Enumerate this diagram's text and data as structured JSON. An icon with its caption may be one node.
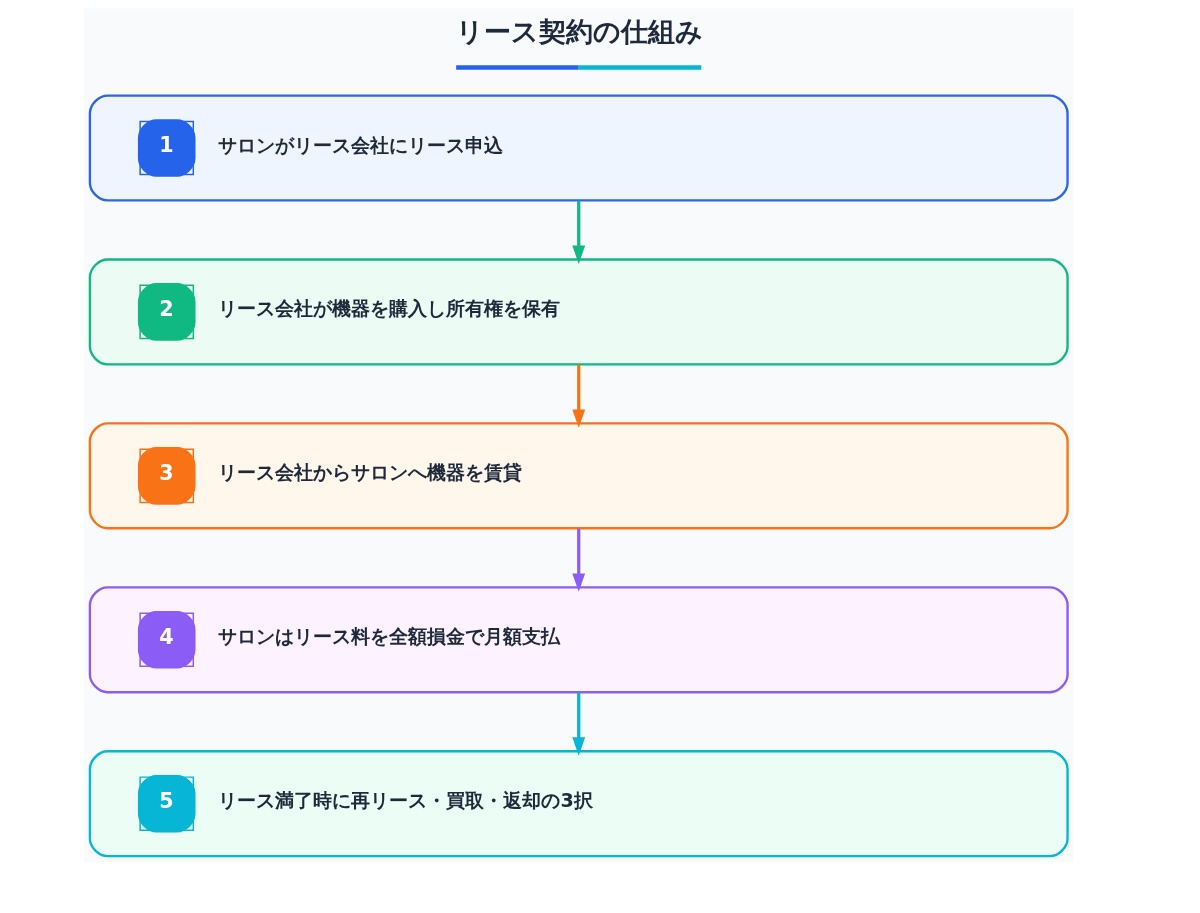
{
  "diagram": {
    "title": "リース契約の仕組み",
    "nodes": [
      {
        "text": [
          "1",
          "サロンがリース会社にリース申込"
        ]
      },
      {
        "text": [
          "2",
          "リース会社が機器を購入し所有権を保有"
        ]
      },
      {
        "text": [
          "3",
          "リース会社からサロンへ機器を賃貸"
        ]
      },
      {
        "text": [
          "4",
          "サロンはリース料を全額損金で月額支払"
        ]
      },
      {
        "text": [
          "5",
          "リース満了時に再リース・買取・返却の3択"
        ]
      }
    ],
    "edges": [
      {
        "from": 0,
        "to": 1,
        "arrow": "to",
        "color": "#10b981"
      },
      {
        "from": 1,
        "to": 2,
        "arrow": "to",
        "color": "#f97316"
      },
      {
        "from": 2,
        "to": 3,
        "arrow": "to",
        "color": "#8b5cf6"
      },
      {
        "from": 3,
        "to": 4,
        "arrow": "to",
        "color": "#06b6d4"
      }
    ]
  }
}
